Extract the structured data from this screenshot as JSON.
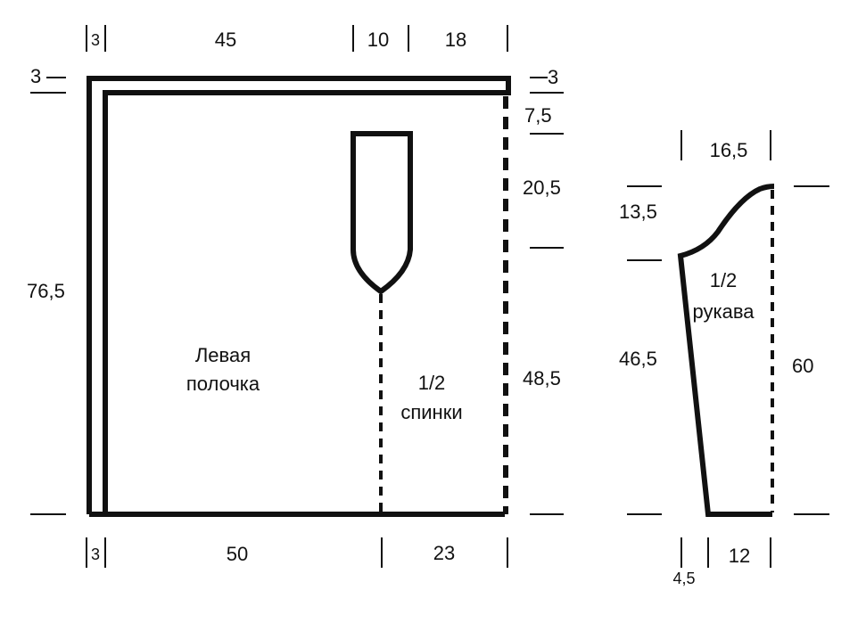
{
  "body": {
    "top": {
      "cuff": "3",
      "front": "45",
      "neck": "10",
      "back": "18"
    },
    "bottom": {
      "cuff": "3",
      "front": "50",
      "back": "23"
    },
    "left": {
      "top_step": "3",
      "height": "76,5"
    },
    "right": {
      "top_step": "3",
      "shoulder": "7,5",
      "armhole": "20,5",
      "lower": "48,5"
    },
    "front_label": [
      "Левая",
      "полочка"
    ],
    "back_label": [
      "1/2",
      "спинки"
    ]
  },
  "sleeve": {
    "top_width": "16,5",
    "cap_height": "13,5",
    "side_length": "46,5",
    "total_length": "60",
    "bottom_offset": "4,5",
    "bottom_width": "12",
    "label": [
      "1/2",
      "рукава"
    ]
  }
}
